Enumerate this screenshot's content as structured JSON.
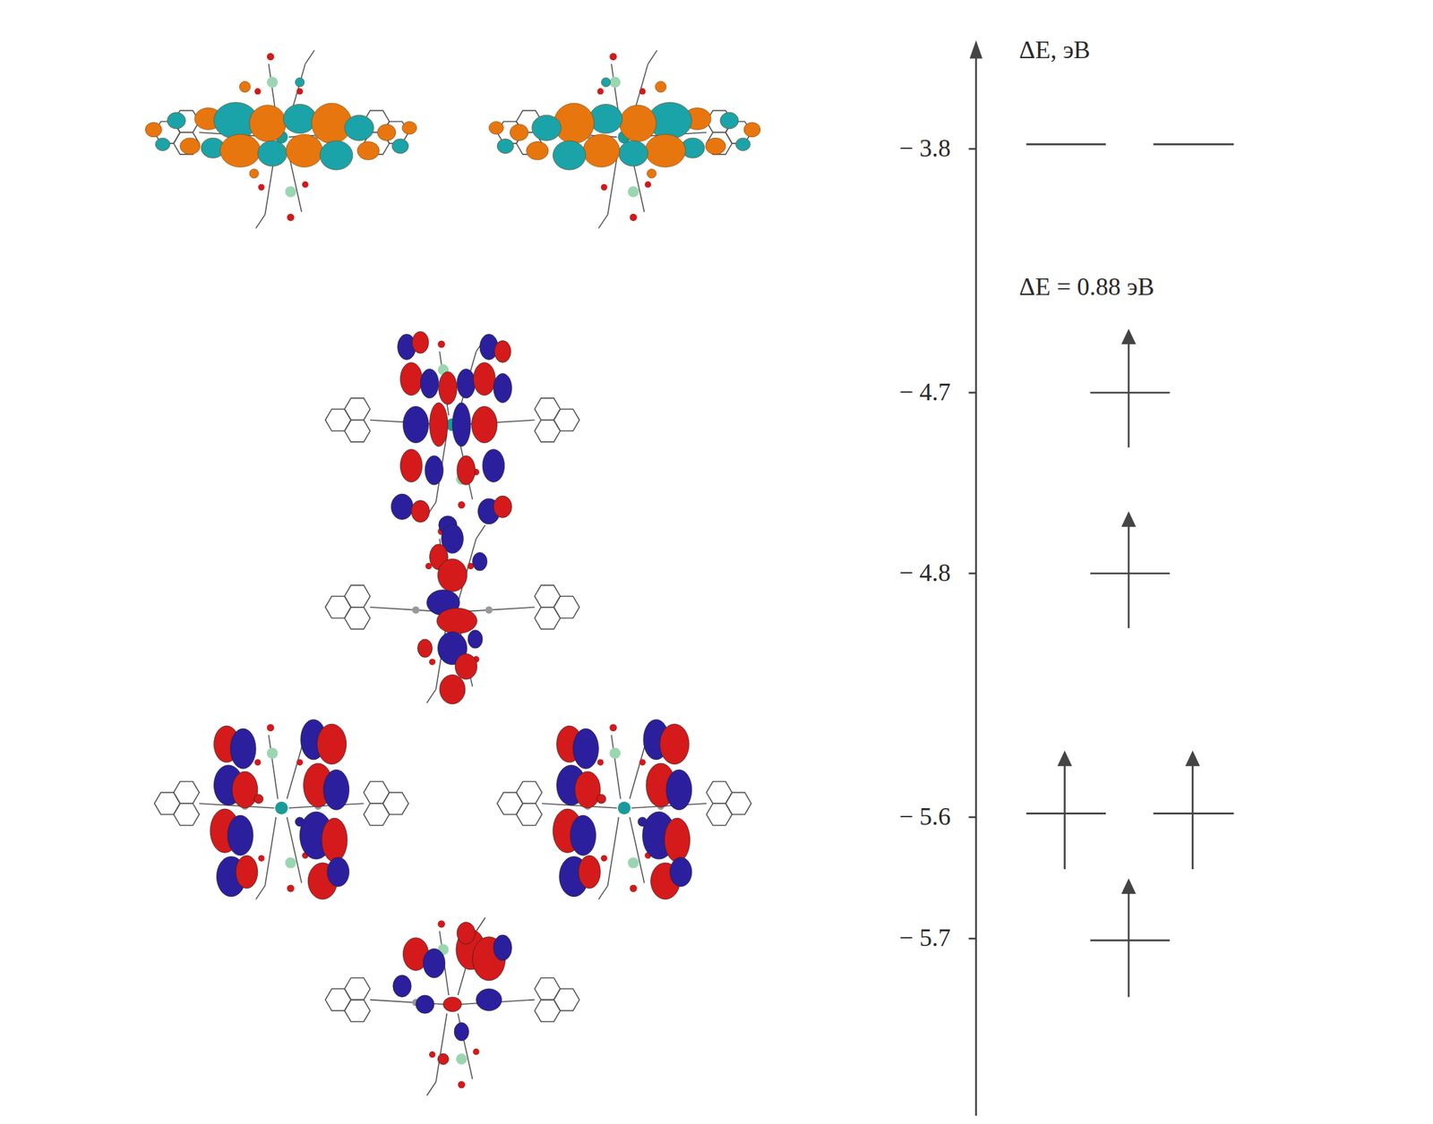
{
  "diagram": {
    "labels": [
      "ΔE, эВ",
      "ΔE = 0.88 эВ",
      "− 3.8",
      "− 4.7",
      "− 4.8",
      "− 5.6",
      "− 5.7"
    ]
  }
}
